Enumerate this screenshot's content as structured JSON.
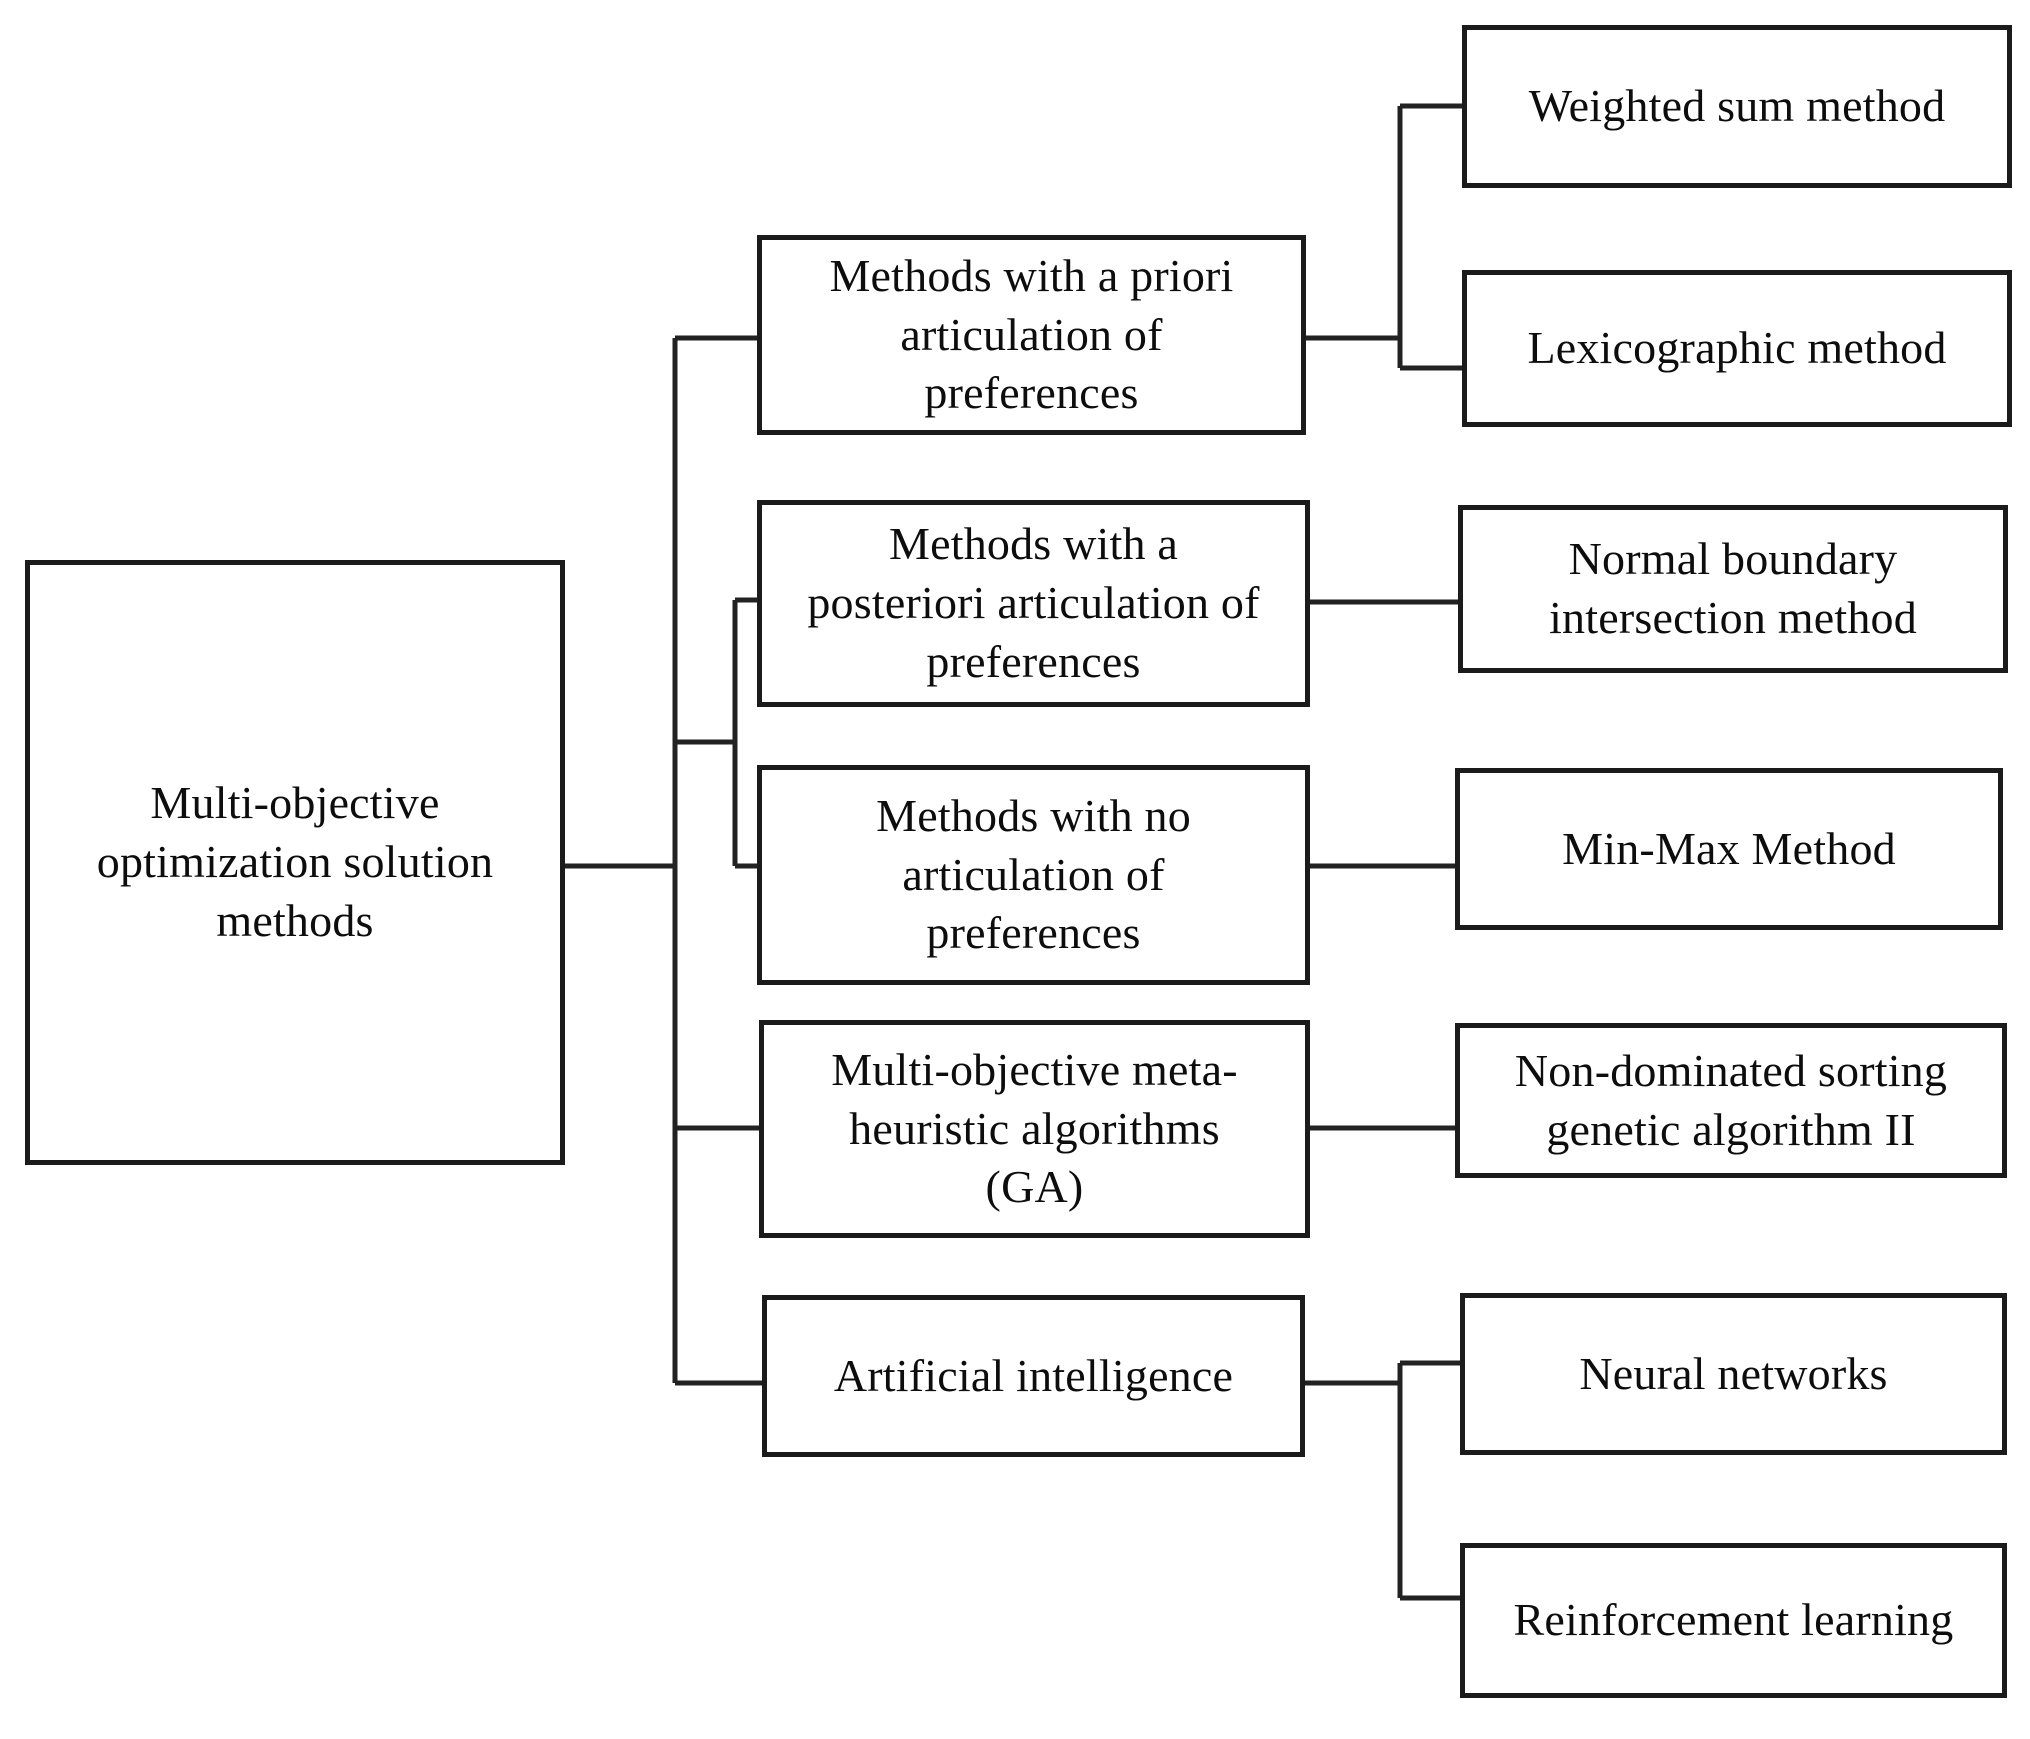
{
  "diagram": {
    "type": "tree",
    "orientation": "left-to-right",
    "colors": {
      "background": "#ffffff",
      "box_background": "#ffffff",
      "box_border": "#1b1b1b",
      "connector": "#222222",
      "text": "#0d0d0d"
    },
    "root": {
      "label": "Multi-objective optimization solution methods",
      "lines": [
        "Multi-objective",
        "optimization solution",
        "methods"
      ]
    },
    "level1": [
      {
        "label": "Methods with a priori articulation of preferences",
        "lines": [
          "Methods with a priori",
          "articulation of",
          "preferences"
        ],
        "children": [
          "Weighted sum method",
          "Lexicographic method"
        ]
      },
      {
        "label": "Methods with a posteriori articulation of preferences",
        "lines": [
          "Methods with a",
          "posteriori articulation of",
          "preferences"
        ],
        "children": [
          "Normal boundary intersection method"
        ]
      },
      {
        "label": "Methods with no articulation of preferences",
        "lines": [
          "Methods with no",
          "articulation of",
          "preferences"
        ],
        "children": [
          "Min-Max Method"
        ]
      },
      {
        "label": "Multi-objective meta-heuristic algorithms (GA)",
        "lines": [
          "Multi-objective meta-",
          "heuristic algorithms",
          "(GA)"
        ],
        "children": [
          "Non-dominated sorting genetic algorithm II"
        ]
      },
      {
        "label": "Artificial intelligence",
        "lines": [
          "Artificial intelligence"
        ],
        "children": [
          "Neural networks",
          "Reinforcement learning"
        ]
      }
    ],
    "leaves": {
      "weighted_sum": {
        "lines": [
          "Weighted sum method"
        ]
      },
      "lexicographic": {
        "lines": [
          "Lexicographic method"
        ]
      },
      "normal_boundary": {
        "lines": [
          "Normal boundary",
          "intersection method"
        ]
      },
      "min_max": {
        "lines": [
          "Min-Max Method"
        ]
      },
      "nsga2": {
        "lines": [
          "Non-dominated sorting",
          "genetic algorithm II"
        ]
      },
      "neural": {
        "lines": [
          "Neural networks"
        ]
      },
      "reinforcement": {
        "lines": [
          "Reinforcement learning"
        ]
      }
    }
  }
}
